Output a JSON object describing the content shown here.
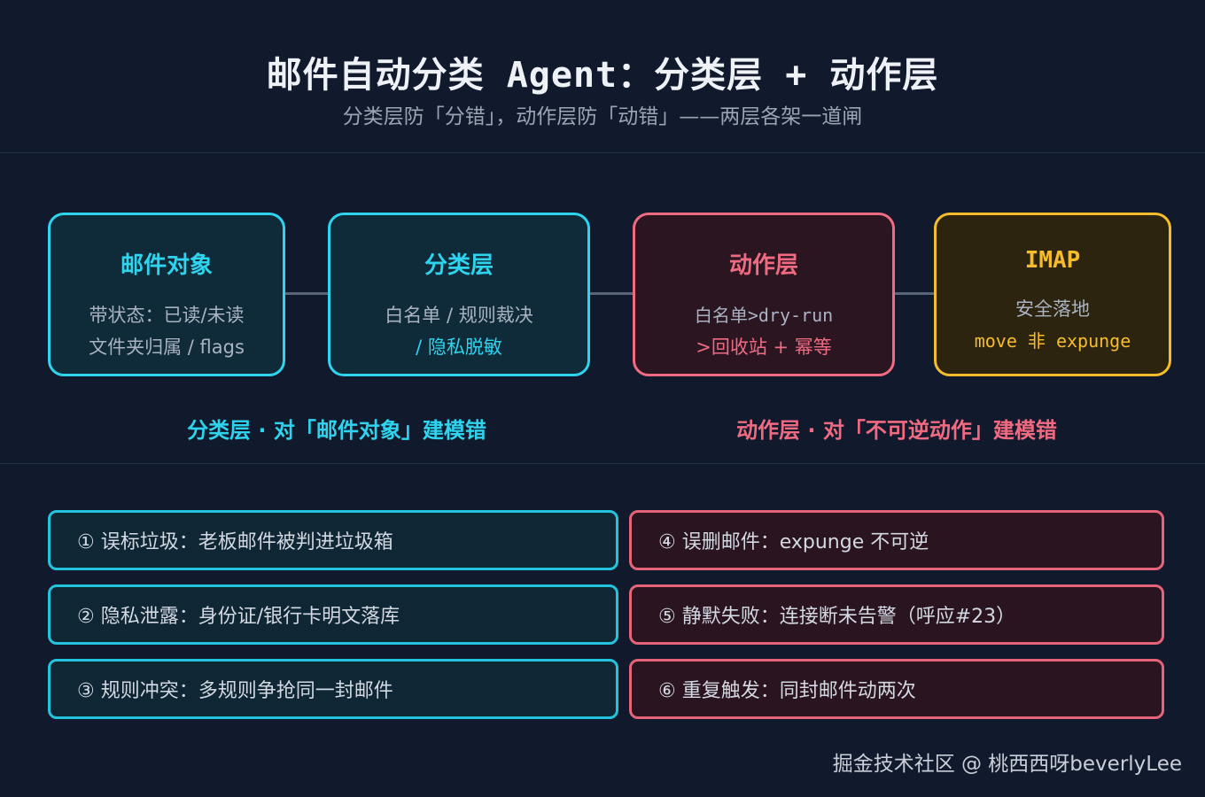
{
  "header": {
    "title": "邮件自动分类 Agent：分类层 + 动作层",
    "subtitle": "分类层防「分错」，动作层防「动错」——两层各架一道闸"
  },
  "pipeline": [
    {
      "title": "邮件对象",
      "line1": "带状态：已读/未读",
      "line2": "文件夹归属 / flags"
    },
    {
      "title": "分类层",
      "line1": "白名单 / 规则裁决",
      "line2": "/ 隐私脱敏"
    },
    {
      "title": "动作层",
      "line1": "白名单>dry-run",
      "line2": ">回收站 + 幂等"
    },
    {
      "title": "IMAP",
      "line1": "安全落地",
      "line2": "move 非 expunge"
    }
  ],
  "sections": {
    "left": "分类层 · 对「邮件对象」建模错",
    "right": "动作层 · 对「不可逆动作」建模错"
  },
  "left_cards": [
    "① 误标垃圾：老板邮件被判进垃圾箱",
    "② 隐私泄露：身份证/银行卡明文落库",
    "③ 规则冲突：多规则争抢同一封邮件"
  ],
  "right_cards": [
    "④ 误删邮件：expunge 不可逆",
    "⑤ 静默失败：连接断未告警（呼应#23）",
    "⑥ 重复触发：同封邮件动两次"
  ],
  "footer": {
    "watermark": "掘金技术社区 @ 桃西西呀beverlyLee"
  },
  "colors": {
    "background": "#111a2c",
    "classification": "#2ed3ee",
    "action": "#f06b82",
    "imap": "#f6bd2b"
  }
}
